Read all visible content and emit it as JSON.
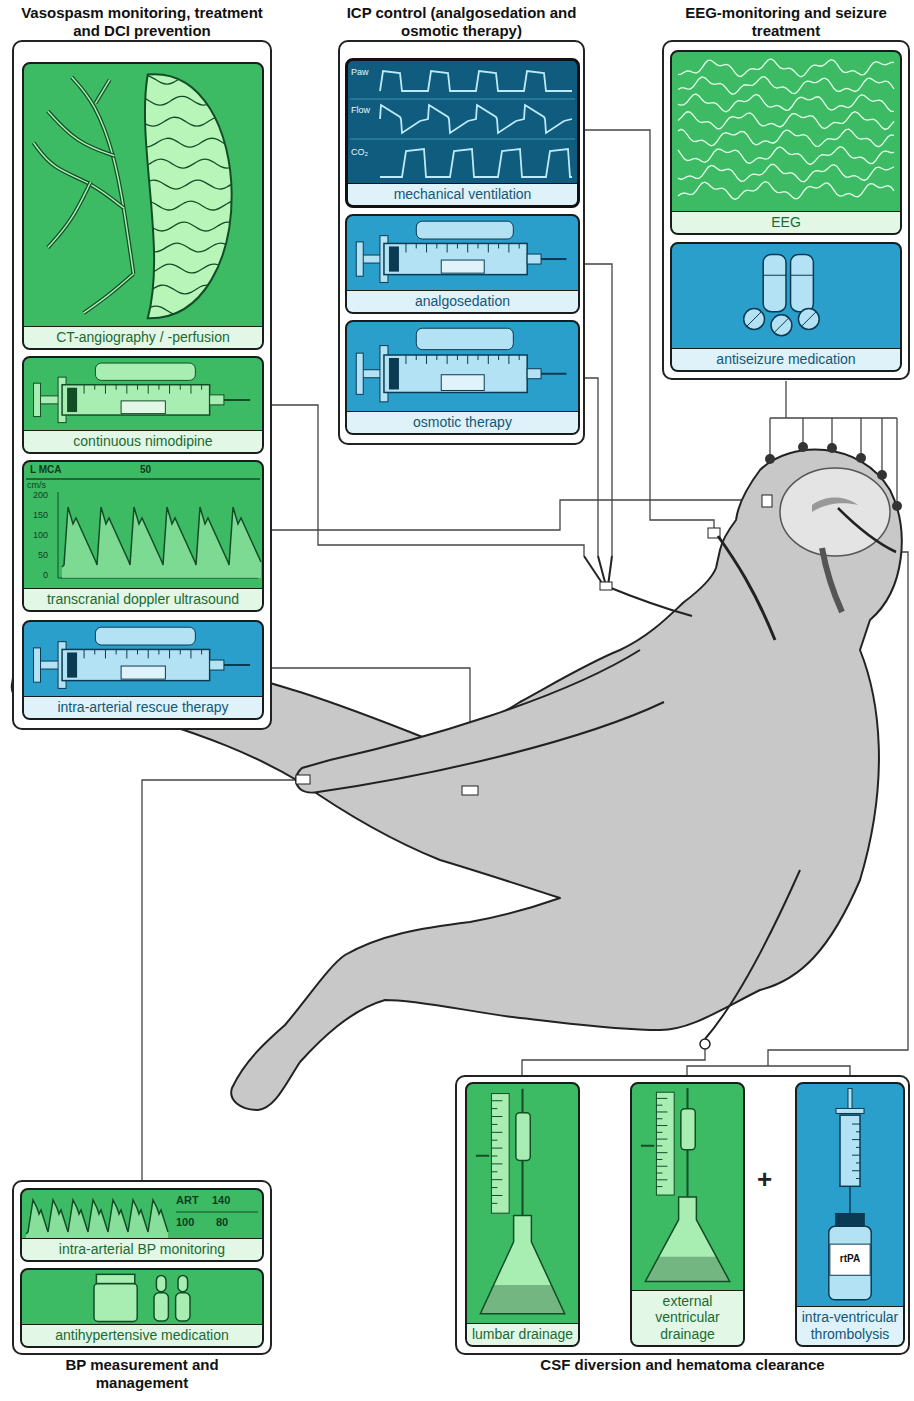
{
  "diagram": {
    "nodes": [
      {
        "text": [
          "Vasospasm monitoring, treatment and DCI prevention"
        ]
      },
      {
        "text": [
          "CT-angiography / -perfusion"
        ],
        "in": 0
      },
      {
        "text": [
          "continuous nimodipine"
        ],
        "in": 0
      },
      {
        "text": [
          "transcranial doppler ultrasound"
        ],
        "in": 0
      },
      {
        "text": [
          "intra-arterial rescue therapy"
        ],
        "in": 0
      },
      {
        "text": [
          "ICP control (analgosedation and osmotic therapy)"
        ]
      },
      {
        "text": [
          "mechanical ventilation"
        ],
        "in": 5
      },
      {
        "text": [
          "analgosedation"
        ],
        "in": 5
      },
      {
        "text": [
          "osmotic therapy"
        ],
        "in": 5
      },
      {
        "text": [
          "EEG-monitoring and seizure treatment"
        ]
      },
      {
        "text": [
          "EEG"
        ],
        "in": 9
      },
      {
        "text": [
          "antiseizure medication"
        ],
        "in": 9
      },
      {
        "text": [
          "BP measurement and management"
        ]
      },
      {
        "text": [
          "intra-arterial BP monitoring"
        ],
        "in": 12
      },
      {
        "text": [
          "antihypertensive medication"
        ],
        "in": 12
      },
      {
        "text": [
          "CSF diversion and hematoma clearance"
        ]
      },
      {
        "text": [
          "lumbar drainage"
        ],
        "in": 15
      },
      {
        "text": [
          "external ventricular drainage"
        ],
        "in": 15
      },
      {
        "text": [
          "intra-ventricular thrombolysis"
        ],
        "in": 15
      }
    ],
    "labels": [
      "L MCA",
      "50",
      "cm/s",
      "200",
      "150",
      "100",
      "50",
      "0",
      "Paw",
      "Flow",
      "CO₂",
      "ART",
      "140",
      "100",
      "80",
      "rtPA",
      "+"
    ]
  }
}
